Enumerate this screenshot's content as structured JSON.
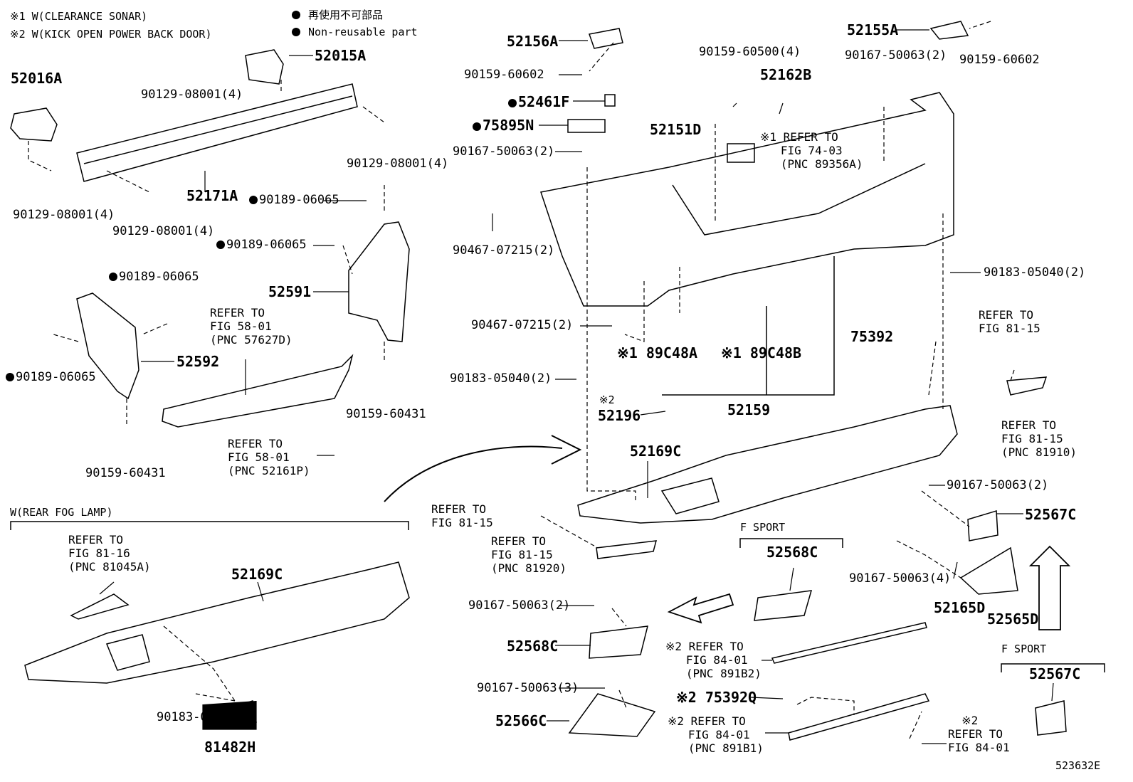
{
  "legend": {
    "note1": "※1 W(CLEARANCE SONAR)",
    "note2": "※2 W(KICK OPEN POWER BACK DOOR)",
    "nonreusable_jp": "再使用不可部品",
    "nonreusable_en": "Non-reusable part"
  },
  "labels": {
    "p52016A": "52016A",
    "p52015A": "52015A",
    "p52171A": "52171A",
    "b90129_a": "90129-08001(4)",
    "b90129_b": "90129-08001(4)",
    "b90129_c": "90129-08001(4)",
    "b90129_d": "90129-08001(4)",
    "c90189_a": "90189-06065",
    "c90189_b": "90189-06065",
    "c90189_c": "90189-06065",
    "c90189_d": "90189-06065",
    "p52591": "52591",
    "p52592": "52592",
    "s90159_60431_a": "90159-60431",
    "s90159_60431_b": "90159-60431",
    "ref_58_01_a": "REFER TO\nFIG 58-01\n(PNC 57627D)",
    "ref_58_01_b": "REFER TO\nFIG 58-01\n(PNC 52161P)",
    "p52156A": "52156A",
    "s90159_60602_a": "90159-60602",
    "p52461F": "52461F",
    "p75895N": "75895N",
    "s90167_2a": "90167-50063(2)",
    "s90467_a": "90467-07215(2)",
    "s90467_b": "90467-07215(2)",
    "s90159_60500": "90159-60500(4)",
    "p52162B": "52162B",
    "p52151D": "52151D",
    "ref_74_03": "※1 REFER TO\n   FIG 74-03\n   (PNC 89356A)",
    "p52155A": "52155A",
    "s90167_2b": "90167-50063(2)",
    "s90159_60602_b": "90159-60602",
    "s90183_2a": "90183-05040(2)",
    "s90183_2b": "90183-05040(2)",
    "p89C48A": "※1 89C48A",
    "p89C48B": "※1 89C48B",
    "p75392": "75392",
    "p52159": "52159",
    "p52196_note": "※2",
    "p52196": "52196",
    "p52169C_a": "52169C",
    "ref_81_15_a": "REFER TO\nFIG 81-15",
    "ref_81_15_b": "REFER TO\nFIG 81-15\n(PNC 81910)",
    "ref_81_15_c": "REFER TO\nFIG 81-15",
    "ref_81_15_d": "REFER TO\nFIG 81-15\n(PNC 81920)",
    "s90167_2c": "90167-50063(2)",
    "p52567C_a": "52567C",
    "fsport_a": "F SPORT",
    "p52568C_a": "52568C",
    "s90167_4": "90167-50063(4)",
    "p52165D": "52165D",
    "p52565D": "52565D",
    "wrearfog": "W(REAR FOG LAMP)",
    "ref_81_16": "REFER TO\nFIG 81-16\n(PNC 81045A)",
    "p52169C_b": "52169C",
    "s90183_4": "90183-05040(4)",
    "p81482H": "81482H",
    "s90167_2d": "90167-50063(2)",
    "p52568C_b": "52568C",
    "ref_84_01_a": "※2 REFER TO\n   FIG 84-01\n   (PNC 891B2)",
    "s90167_3": "90167-50063(3)",
    "p52566C": "52566C",
    "p75392Q": "※2 75392Q",
    "ref_84_01_b": "※2 REFER TO\n   FIG 84-01\n   (PNC 891B1)",
    "ref_84_01_c": "  ※2\nREFER TO\nFIG 84-01",
    "fsport_b": "F SPORT",
    "p52567C_b": "52567C",
    "figure_id": "523632E"
  }
}
